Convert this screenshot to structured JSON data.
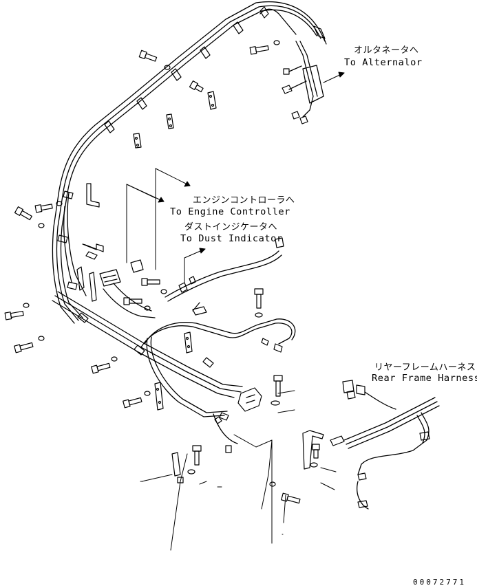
{
  "callouts": {
    "alternator": {
      "jp": "オルタネータへ",
      "en": "To Alternalor"
    },
    "engine_controller": {
      "jp": "エンジンコントローラへ",
      "en": "To Engine Controller"
    },
    "dust_indicator": {
      "jp": "ダストインジケータへ",
      "en": "To Dust Indicator"
    },
    "rear_frame": {
      "jp": "リヤーフレームハーネス",
      "en": "Rear Frame Harness"
    }
  },
  "drawing_number": "00072771"
}
